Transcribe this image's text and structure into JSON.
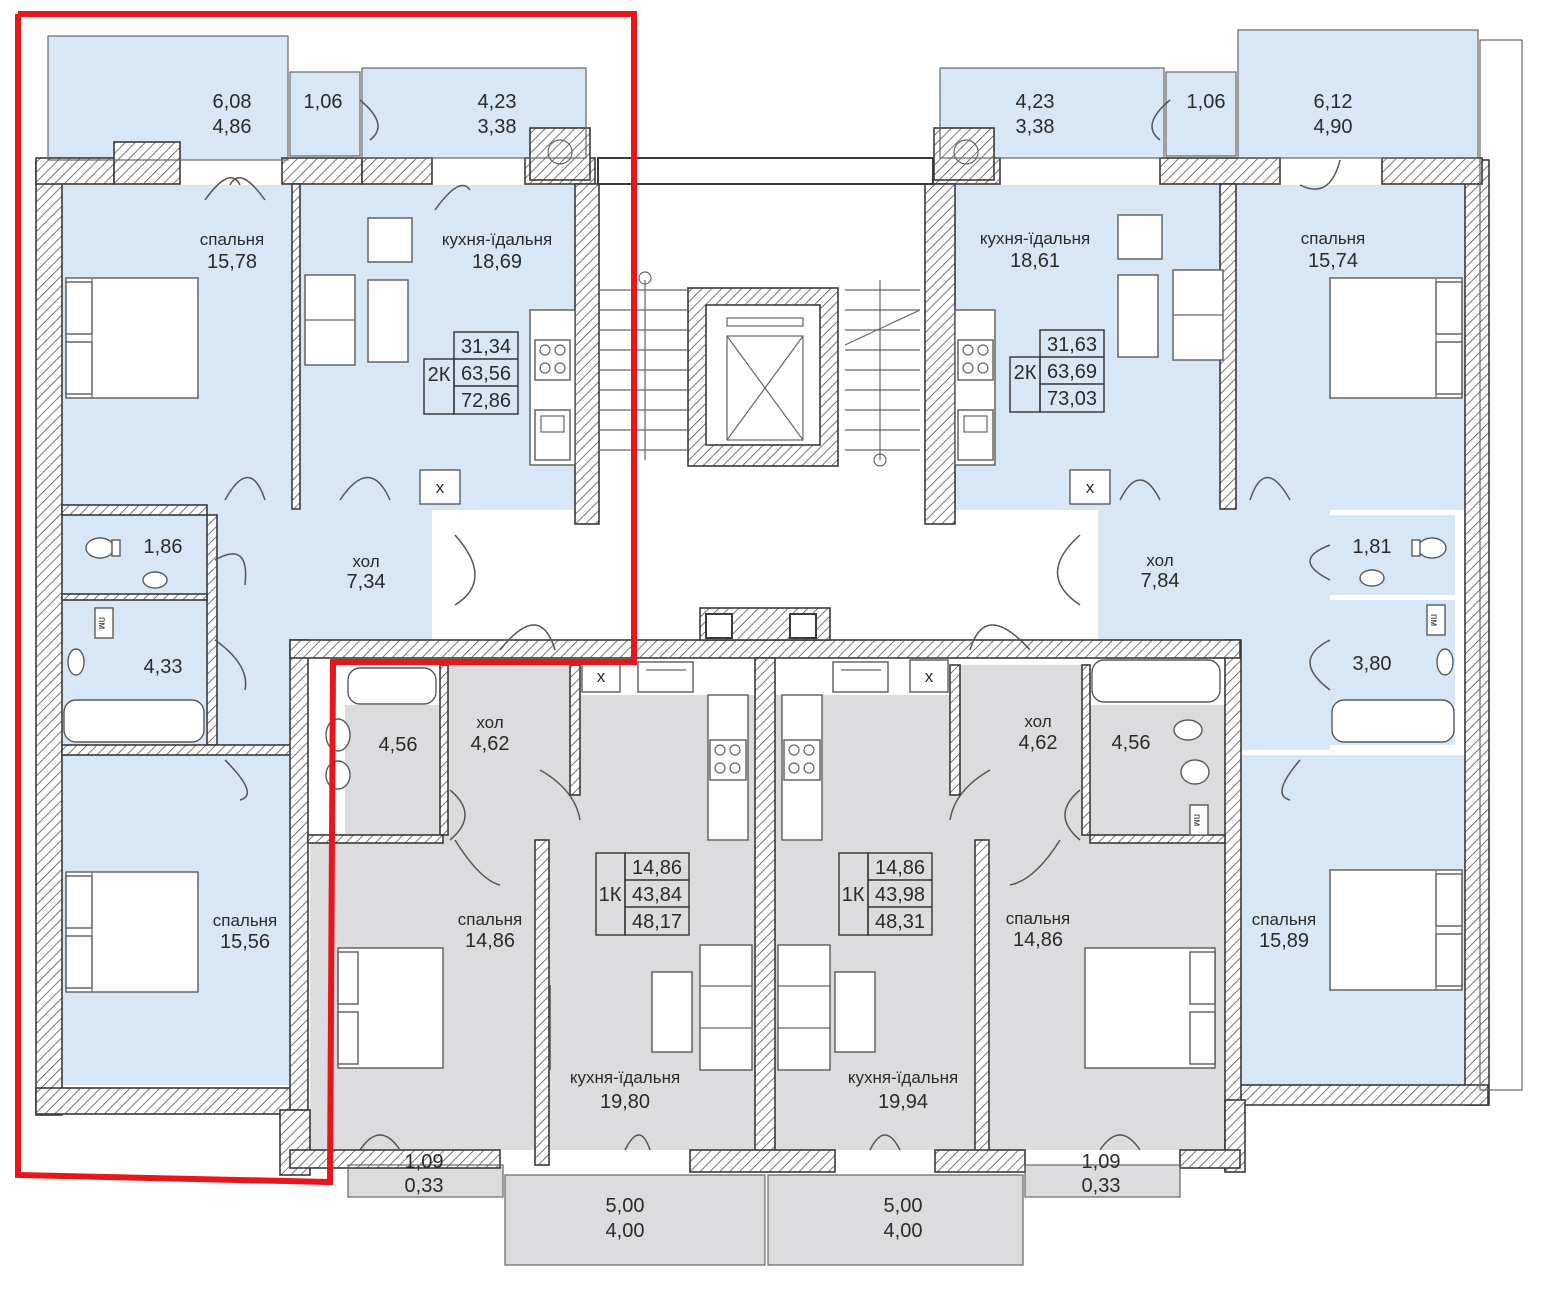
{
  "colors": {
    "blue_room": "#d7e7f6",
    "grey_room": "#dcdcdf",
    "wall": "#3a3a3a",
    "selection": "#e8161b"
  },
  "rooms": {
    "bal_tl_a": "6,08",
    "bal_tl_b": "4,86",
    "store_tl": "1,06",
    "bal_tl2_a": "4,23",
    "bal_tl2_b": "3,38",
    "bedroom_tl_name": "спальня",
    "bedroom_tl_area": "15,78",
    "kitchen_tl_name": "кухня-їдальня",
    "kitchen_tl_area": "18,69",
    "wc_tl": "1,86",
    "hall_tl_name": "хол",
    "hall_tl_area": "7,34",
    "bath_tl": "4,33",
    "bedroom_bl_name": "спальня",
    "bedroom_bl_area": "15,56",
    "bal_tr_a": "4,23",
    "bal_tr_b": "3,38",
    "store_tr": "1,06",
    "bal_tr2_a": "6,12",
    "bal_tr2_b": "4,90",
    "kitchen_tr_name": "кухня-їдальня",
    "kitchen_tr_area": "18,61",
    "bedroom_tr_name": "спальня",
    "bedroom_tr_area": "15,74",
    "hall_tr_name": "хол",
    "hall_tr_area": "7,84",
    "wc_tr": "1,81",
    "bath_tr": "3,80",
    "bedroom_br_name": "спальня",
    "bedroom_br_area": "15,89",
    "bath_ml": "4,56",
    "hall_ml_name": "хол",
    "hall_ml_area": "4,62",
    "bedroom_ml_name": "спальня",
    "bedroom_ml_area": "14,86",
    "kitchen_ml_name": "кухня-їдальня",
    "kitchen_ml_area": "19,80",
    "hall_mr_name": "хол",
    "hall_mr_area": "4,62",
    "bath_mr": "4,56",
    "bedroom_mr_name": "спальня",
    "bedroom_mr_area": "14,86",
    "kitchen_mr_name": "кухня-їдальня",
    "kitchen_mr_area": "19,94",
    "bal_bl_a": "1,09",
    "bal_bl_b": "0,33",
    "bal_bm1_a": "5,00",
    "bal_bm1_b": "4,00",
    "bal_bm2_a": "5,00",
    "bal_bm2_b": "4,00",
    "bal_br_a": "1,09",
    "bal_br_b": "0,33"
  },
  "apartments": [
    {
      "type": "2К",
      "living": "31,34",
      "total": "63,56",
      "with_balcony": "72,86"
    },
    {
      "type": "2К",
      "living": "31,63",
      "total": "63,69",
      "with_balcony": "73,03"
    },
    {
      "type": "1К",
      "living": "14,86",
      "total": "43,84",
      "with_balcony": "48,17"
    },
    {
      "type": "1К",
      "living": "14,86",
      "total": "43,98",
      "with_balcony": "48,31"
    }
  ],
  "markers": {
    "pm": "пм",
    "x": "x"
  },
  "icons": [
    "toilet-icon",
    "sink-icon",
    "bathtub-icon",
    "stove-icon",
    "kitchen-sink-icon",
    "bed-icon",
    "table-icon",
    "sofa-icon",
    "elevator-icon",
    "stairs-icon",
    "door-swing-icon",
    "ventilation-shaft-icon"
  ]
}
